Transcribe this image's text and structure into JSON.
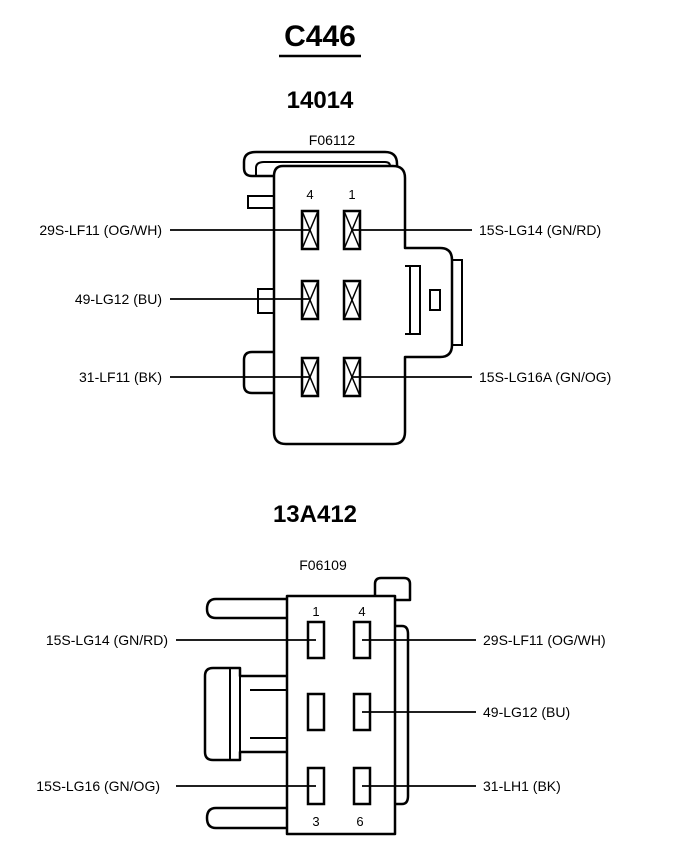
{
  "title": "C446",
  "connectors": [
    {
      "part_number": "14014",
      "ref_code": "F06112",
      "pin_numbers": [
        "4",
        "1"
      ],
      "wires": [
        {
          "label": "29S-LF11 (OG/WH)"
        },
        {
          "label": "15S-LG14 (GN/RD)"
        },
        {
          "label": "49-LG12 (BU)"
        },
        {
          "label": "31-LF11 (BK)"
        },
        {
          "label": "15S-LG16A (GN/OG)"
        }
      ]
    },
    {
      "part_number": "13A412",
      "ref_code": "F06109",
      "pin_numbers_top": [
        "1",
        "4"
      ],
      "pin_numbers_bottom": [
        "3",
        "6"
      ],
      "wires": [
        {
          "label": "15S-LG14 (GN/RD)"
        },
        {
          "label": "29S-LF11 (OG/WH)"
        },
        {
          "label": "49-LG12 (BU)"
        },
        {
          "label": "15S-LG16 (GN/OG)"
        },
        {
          "label": "31-LH1 (BK)"
        }
      ]
    }
  ]
}
